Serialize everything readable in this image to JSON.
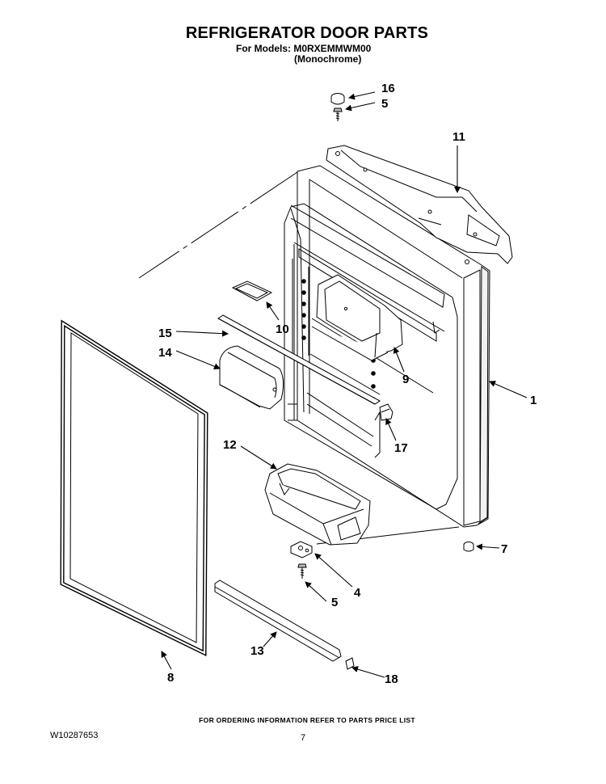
{
  "header": {
    "title": "REFRIGERATOR DOOR PARTS",
    "models_label": "For Models:",
    "model_number": "M0RXEMMWM00",
    "model_variant": "(Monochrome)"
  },
  "callouts": [
    "16",
    "5",
    "11",
    "10",
    "15",
    "14",
    "9",
    "1",
    "17",
    "12",
    "7",
    "4",
    "5",
    "13",
    "8",
    "18"
  ],
  "footer": {
    "ordering_note": "FOR ORDERING INFORMATION REFER TO PARTS PRICE LIST",
    "document_number": "W10287653",
    "page_number": "7"
  }
}
